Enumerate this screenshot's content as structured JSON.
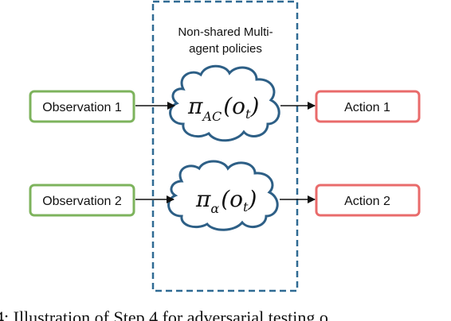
{
  "region": {
    "title_line1": "Non-shared Multi-",
    "title_line2": "agent policies"
  },
  "inputs": [
    {
      "label": "Observation 1"
    },
    {
      "label": "Observation 2"
    }
  ],
  "policies": [
    {
      "symbol": "π",
      "subscript": "AC",
      "arg_open": "(",
      "arg": "o",
      "arg_sub": "t",
      "arg_close": ")"
    },
    {
      "symbol": "π",
      "subscript": "α",
      "arg_open": "(",
      "arg": "o",
      "arg_sub": "t",
      "arg_close": ")"
    }
  ],
  "outputs": [
    {
      "label": "Action 1"
    },
    {
      "label": "Action 2"
    }
  ],
  "caption": "4: Illustration of Step 4 for adversarial testing o",
  "colors": {
    "observation": "#7db35c",
    "action": "#e96b6b",
    "cloud": "#2d5f86",
    "region": "#2f6a93",
    "arrow": "#111111"
  }
}
